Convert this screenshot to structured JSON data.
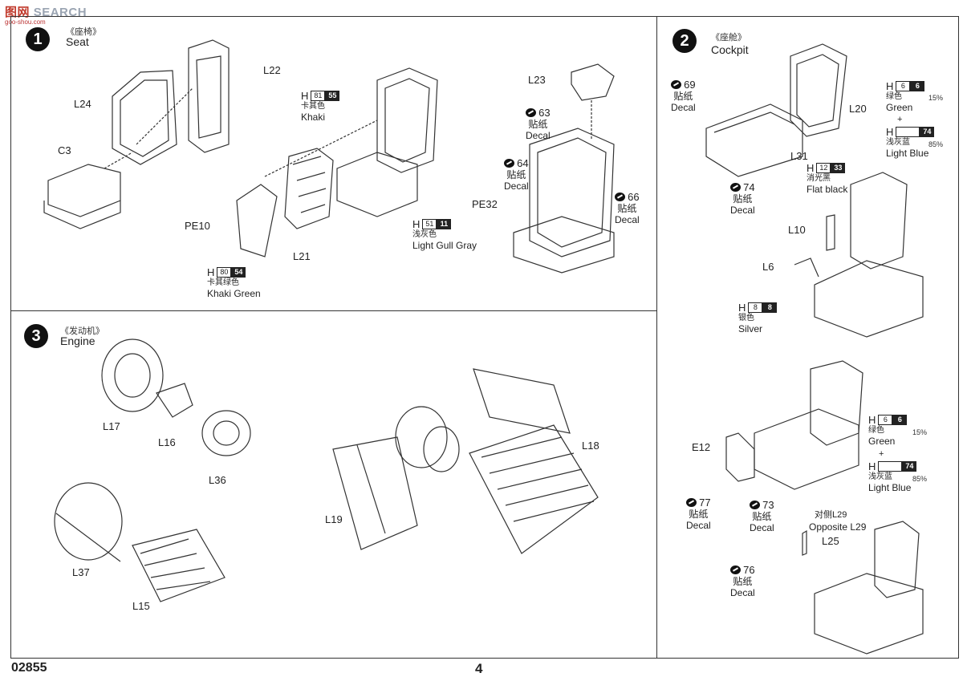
{
  "watermark": {
    "brand": "图网",
    "text": "SEARCH",
    "sub": "goo-shou.com"
  },
  "footer": {
    "code": "02855",
    "page": "4"
  },
  "steps": {
    "s1": {
      "num": "1",
      "cn": "《座椅》",
      "en": "Seat"
    },
    "s2": {
      "num": "2",
      "cn": "《座舱》",
      "en": "Cockpit"
    },
    "s3": {
      "num": "3",
      "cn": "《发动机》",
      "en": "Engine"
    }
  },
  "parts": {
    "L22": "L22",
    "L24": "L24",
    "C3": "C3",
    "PE10": "PE10",
    "L21": "L21",
    "L23": "L23",
    "PE32": "PE32",
    "L20": "L20",
    "L31": "L31",
    "L10": "L10",
    "L6": "L6",
    "E12": "E12",
    "L25": "L25",
    "L17": "L17",
    "L16": "L16",
    "L36": "L36",
    "L37": "L37",
    "L15": "L15",
    "L19": "L19",
    "L18": "L18"
  },
  "decal_word": {
    "cn": "贴纸",
    "en": "Decal"
  },
  "decals": {
    "d63": "63",
    "d64": "64",
    "d66": "66",
    "d69": "69",
    "d74": "74",
    "d77": "77",
    "d73": "73",
    "d76": "76"
  },
  "paints": {
    "khaki": {
      "h": "H",
      "a": "81",
      "b": "55",
      "cn": "卡其色",
      "en": "Khaki"
    },
    "khaki_green": {
      "h": "H",
      "a": "80",
      "b": "54",
      "cn": "卡其绿色",
      "en": "Khaki Green"
    },
    "light_gull_gray": {
      "h": "H",
      "a": "51",
      "b": "11",
      "cn": "浅灰色",
      "en": "Light Gull Gray"
    },
    "green1": {
      "h": "H",
      "a": "6",
      "b": "6",
      "cn": "绿色",
      "en": "Green",
      "pct": "15%"
    },
    "light_blue1": {
      "h": "H",
      "a": "",
      "b": "74",
      "cn": "浅灰蓝",
      "en": "Light Blue",
      "pct": "85%"
    },
    "flat_black": {
      "h": "H",
      "a": "12",
      "b": "33",
      "cn": "消光黑",
      "en": "Flat black"
    },
    "silver": {
      "h": "H",
      "a": "8",
      "b": "8",
      "cn": "银色",
      "en": "Silver"
    },
    "green2": {
      "h": "H",
      "a": "6",
      "b": "6",
      "cn": "绿色",
      "en": "Green",
      "pct": "15%"
    },
    "light_blue2": {
      "h": "H",
      "a": "",
      "b": "74",
      "cn": "浅灰蓝",
      "en": "Light Blue",
      "pct": "85%"
    }
  },
  "plus": "+",
  "opposite": {
    "cn": "对侧L29",
    "en": "Opposite L29"
  }
}
